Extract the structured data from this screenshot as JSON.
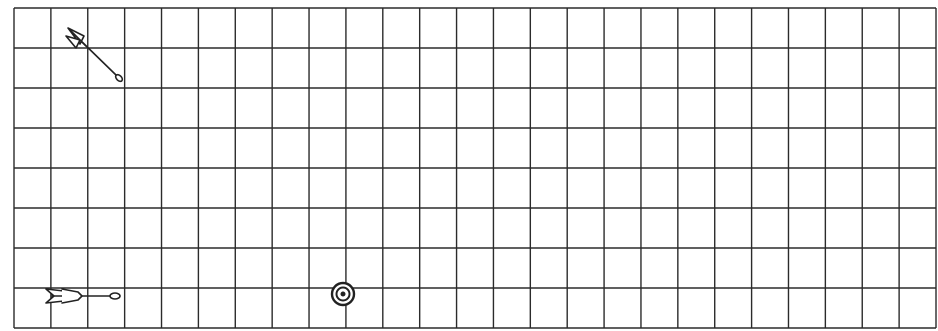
{
  "grid": {
    "columns": 25,
    "rows": 8,
    "line_color": "#2b2b2b",
    "background": "#ffffff"
  },
  "objects": [
    {
      "name": "diagonal-arrow-icon",
      "kind": "arrow",
      "direction": "down-right"
    },
    {
      "name": "horizontal-arrow-icon",
      "kind": "arrow",
      "direction": "right"
    },
    {
      "name": "target-icon",
      "kind": "target"
    }
  ]
}
